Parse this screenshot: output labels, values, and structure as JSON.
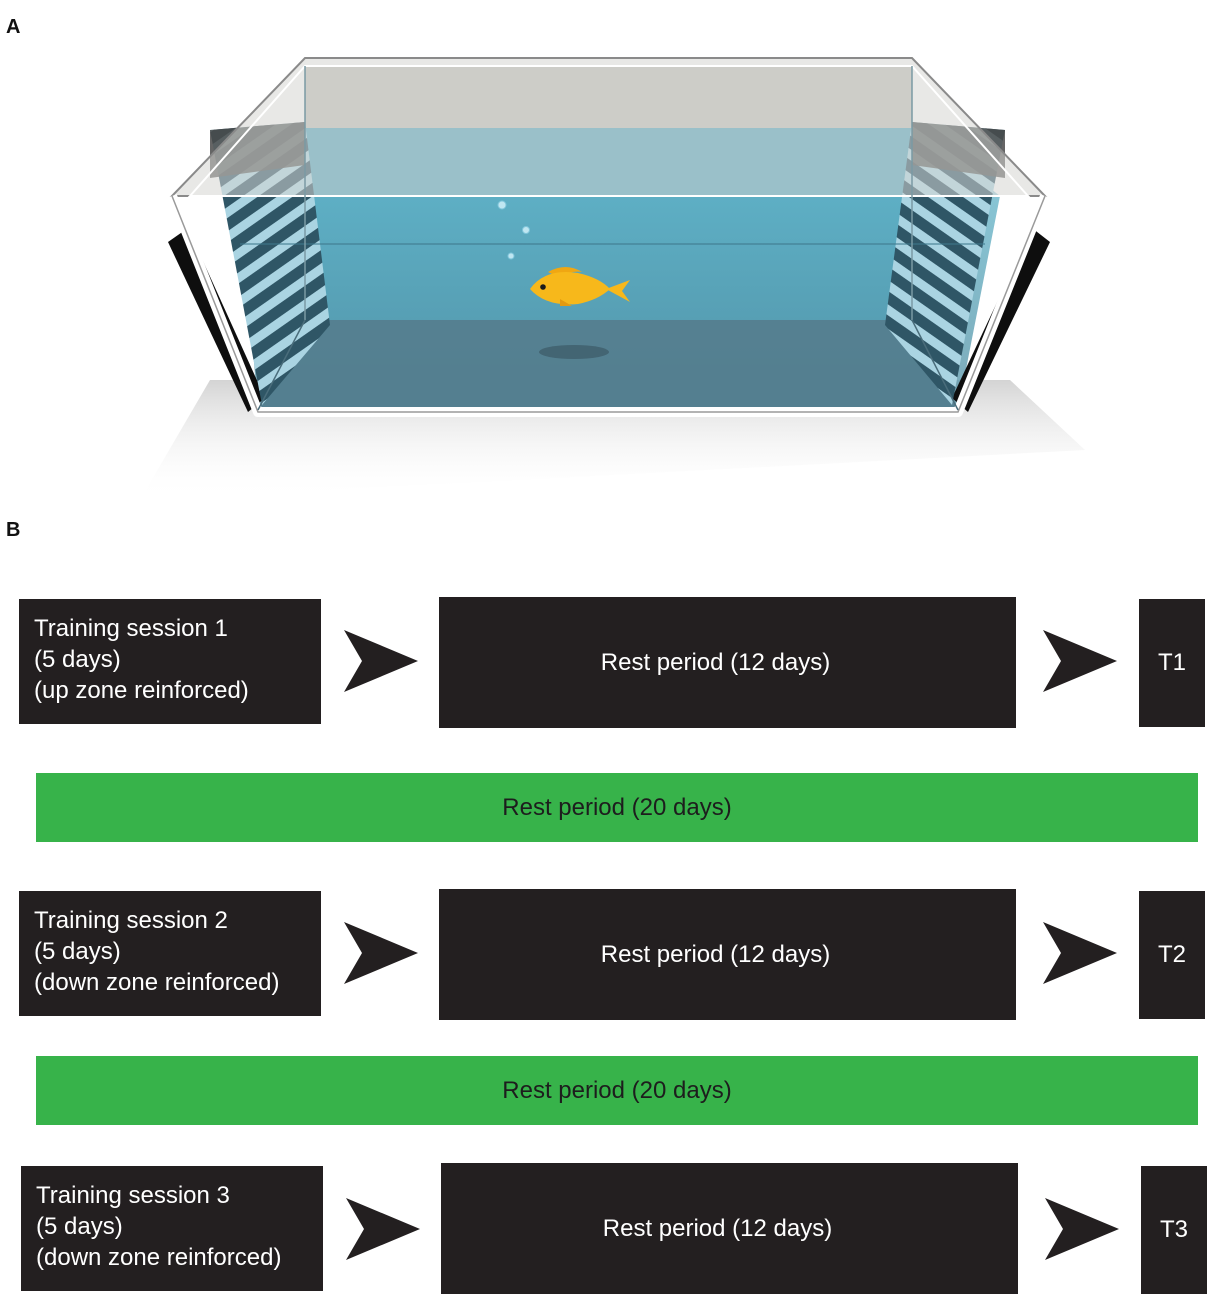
{
  "panel_labels": {
    "a": "A",
    "b": "B"
  },
  "colors": {
    "box": "#231f20",
    "box_text": "#ffffff",
    "long_rest": "#37b34a",
    "water": "#5aa6bd",
    "fish": "#f6b81c"
  },
  "timeline": {
    "rows": [
      {
        "training": {
          "line1": "Training session 1",
          "line2": "(5 days)",
          "line3": "(up zone reinforced)"
        },
        "rest": "Rest period (12 days)",
        "test": "T1"
      },
      {
        "training": {
          "line1": "Training session 2",
          "line2": "(5 days)",
          "line3": "(down zone reinforced)"
        },
        "rest": "Rest period (12 days)",
        "test": "T2"
      },
      {
        "training": {
          "line1": "Training session 3",
          "line2": "(5 days)",
          "line3": "(down zone reinforced)"
        },
        "rest": "Rest period (12 days)",
        "test": "T3"
      }
    ],
    "long_rests": [
      "Rest period (20 days)",
      "Rest period (20 days)"
    ]
  }
}
